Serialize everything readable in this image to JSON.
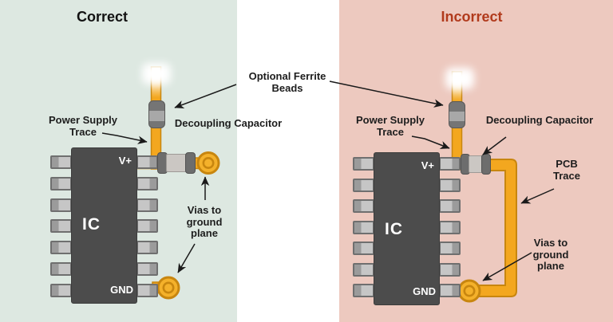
{
  "panels": {
    "correct": {
      "title": "Correct",
      "bg": "#dde8e1",
      "title_color": "#121212"
    },
    "incorrect": {
      "title": "Incorrect",
      "bg": "#edc9bf",
      "title_color": "#b13a1c"
    }
  },
  "labels": {
    "optional_ferrite_line1": "Optional Ferrite",
    "optional_ferrite_line2": "Beads",
    "power_supply_line1": "Power Supply",
    "power_supply_line2": "Trace",
    "decoupling_capacitor": "Decoupling Capacitor",
    "vias_line1": "Vias to",
    "vias_line2": "ground",
    "vias_line3": "plane",
    "pcb_line1": "PCB",
    "pcb_line2": "Trace"
  },
  "ic": {
    "name": "IC",
    "vplus_pin": "V+",
    "gnd_pin": "GND",
    "pins_per_side": 7
  },
  "colors": {
    "left_bg": "#dde8e1",
    "right_bg": "#edc9bf",
    "trace": "#f3a71f",
    "trace_border": "#c8860f",
    "via_fill": "#f4b12b",
    "ic_body": "#4c4c4c",
    "pin_dark": "#9b9b9b",
    "pin_light": "#c6c6c6",
    "pin_border": "#6f6f6f",
    "bead_dark": "#757575",
    "bead_band": "#a8a8a8",
    "cap_end": "#6d6d6d",
    "cap_body": "#cbc7c3",
    "label_text": "#1d1d1d",
    "incorrect_title": "#b13a1c"
  }
}
